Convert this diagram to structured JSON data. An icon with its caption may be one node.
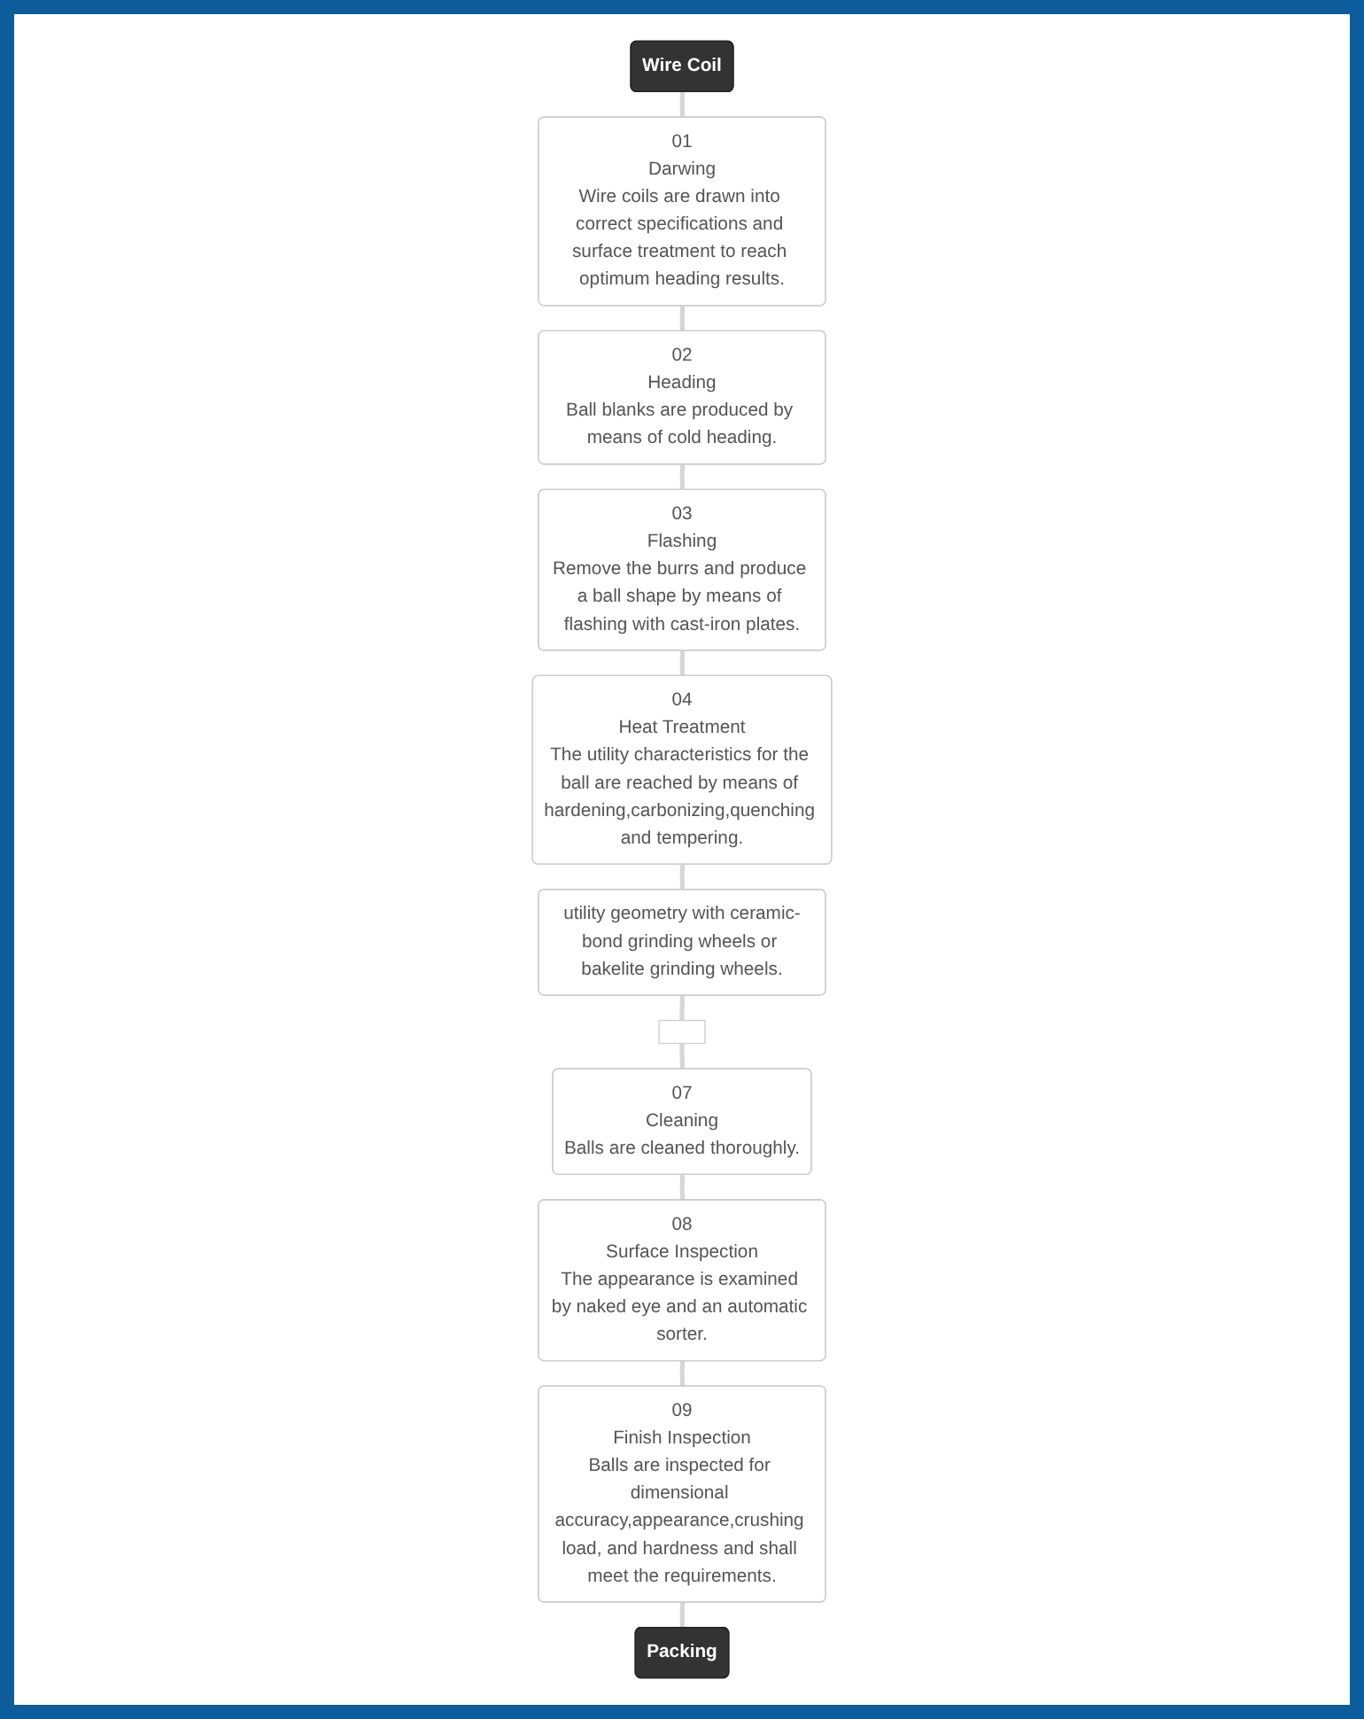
{
  "diagram": {
    "nodes": [
      {
        "text": [
          "Wire Coil"
        ]
      },
      {
        "text": [
          "01",
          "Darwing",
          "Wire coils are drawn into correct specifications and surface treatment to reach optimum heading results."
        ]
      },
      {
        "text": [
          "02",
          "Heading",
          "Ball blanks are produced by means of cold heading."
        ]
      },
      {
        "text": [
          "03",
          "Flashing",
          "Remove the burrs and produce a ball shape by means of flashing with cast-iron plates."
        ]
      },
      {
        "text": [
          "04",
          "Heat Treatment",
          "The utility characteristics for the ball are reached by means of hardening,carbonizing,quenching and tempering."
        ]
      },
      {
        "text": [
          "utility geometry with ceramic-bond grinding wheels or bakelite grinding wheels."
        ]
      },
      {
        "text": [],
        "shape": "box"
      },
      {
        "text": [
          "07",
          "Cleaning",
          "Balls are cleaned thoroughly."
        ]
      },
      {
        "text": [
          "08",
          "Surface Inspection",
          "The appearance is examined by naked eye and an automatic sorter."
        ]
      },
      {
        "text": [
          "09",
          "Finish Inspection",
          "Balls are inspected for dimensional accuracy,appearance,crushing load, and hardness and shall meet the requirements."
        ]
      },
      {
        "text": [
          "Packing"
        ]
      }
    ],
    "edges": [
      {
        "from": 0,
        "to": 1,
        "arrow": "none"
      },
      {
        "from": 1,
        "to": 2,
        "arrow": "none"
      },
      {
        "from": 2,
        "to": 3,
        "arrow": "none"
      },
      {
        "from": 3,
        "to": 4,
        "arrow": "none"
      },
      {
        "from": 4,
        "to": 5,
        "arrow": "none"
      },
      {
        "from": 5,
        "to": 6,
        "arrow": "none"
      },
      {
        "from": 6,
        "to": 7,
        "arrow": "none"
      },
      {
        "from": 7,
        "to": 8,
        "arrow": "none"
      },
      {
        "from": 8,
        "to": 9,
        "arrow": "none"
      },
      {
        "from": 9,
        "to": 10,
        "arrow": "none"
      }
    ]
  }
}
